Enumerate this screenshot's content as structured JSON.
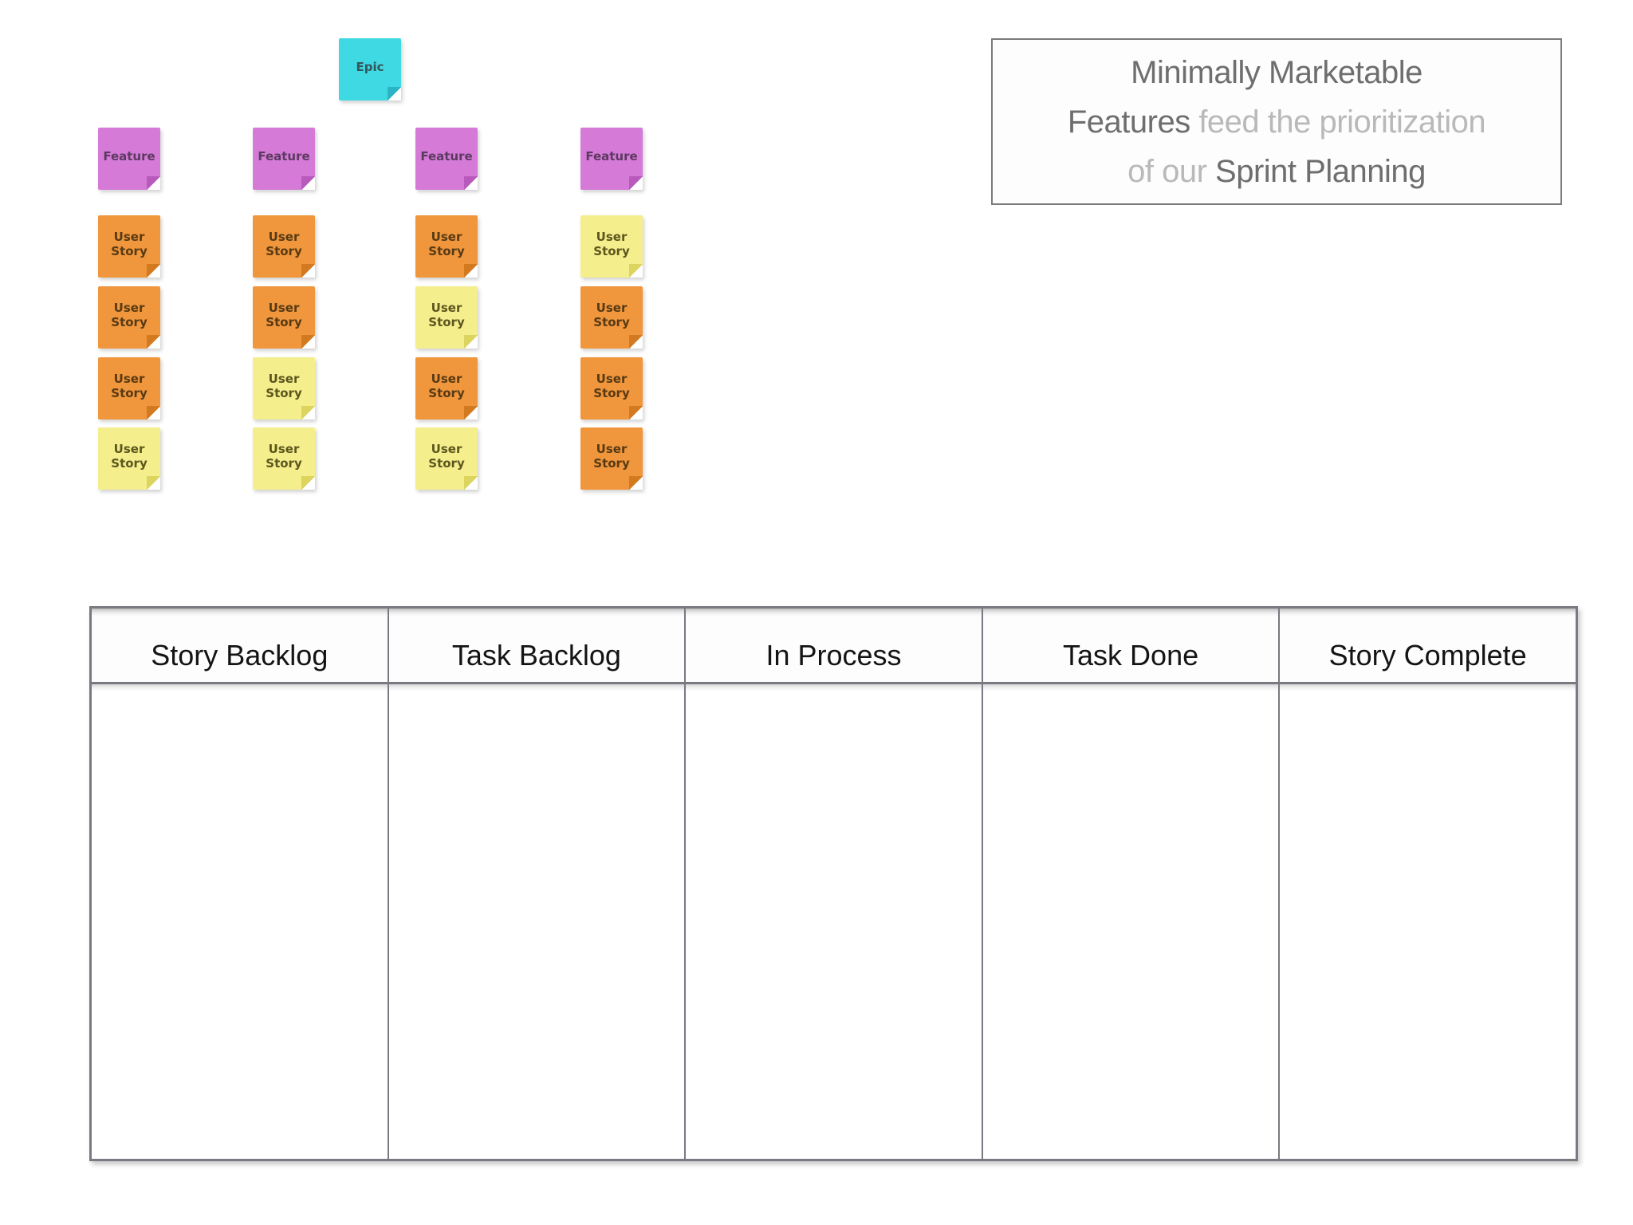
{
  "colors": {
    "epic_cyan": "#3ed9e3",
    "feature_purple": "#d67ad8",
    "story_orange": "#f0963c",
    "story_yellow": "#f4ee8c",
    "board_line_gray": "#797981",
    "title_dark_gray": "#6e6e6e",
    "title_light_gray": "#b9b9b9"
  },
  "diagram": {
    "epic_label": "Epic",
    "feature_label": "Feature",
    "story_label": "User Story",
    "columns": [
      {
        "feature_color": "purple",
        "stories": [
          "orange",
          "orange",
          "orange",
          "yellow"
        ]
      },
      {
        "feature_color": "purple",
        "stories": [
          "orange",
          "orange",
          "yellow",
          "yellow"
        ]
      },
      {
        "feature_color": "purple",
        "stories": [
          "orange",
          "yellow",
          "orange",
          "yellow"
        ]
      },
      {
        "feature_color": "purple",
        "stories": [
          "yellow",
          "orange",
          "orange",
          "orange"
        ]
      }
    ]
  },
  "title_box": {
    "lines": [
      [
        {
          "text": "Minimally Marketable",
          "emphasis": true
        }
      ],
      [
        {
          "text": "Features ",
          "emphasis": true
        },
        {
          "text": "feed the prioritization",
          "emphasis": false
        }
      ],
      [
        {
          "text": "of our ",
          "emphasis": false
        },
        {
          "text": "Sprint Planning",
          "emphasis": true
        }
      ]
    ]
  },
  "board": {
    "columns": [
      "Story Backlog",
      "Task Backlog",
      "In Process",
      "Task Done",
      "Story Complete"
    ]
  }
}
